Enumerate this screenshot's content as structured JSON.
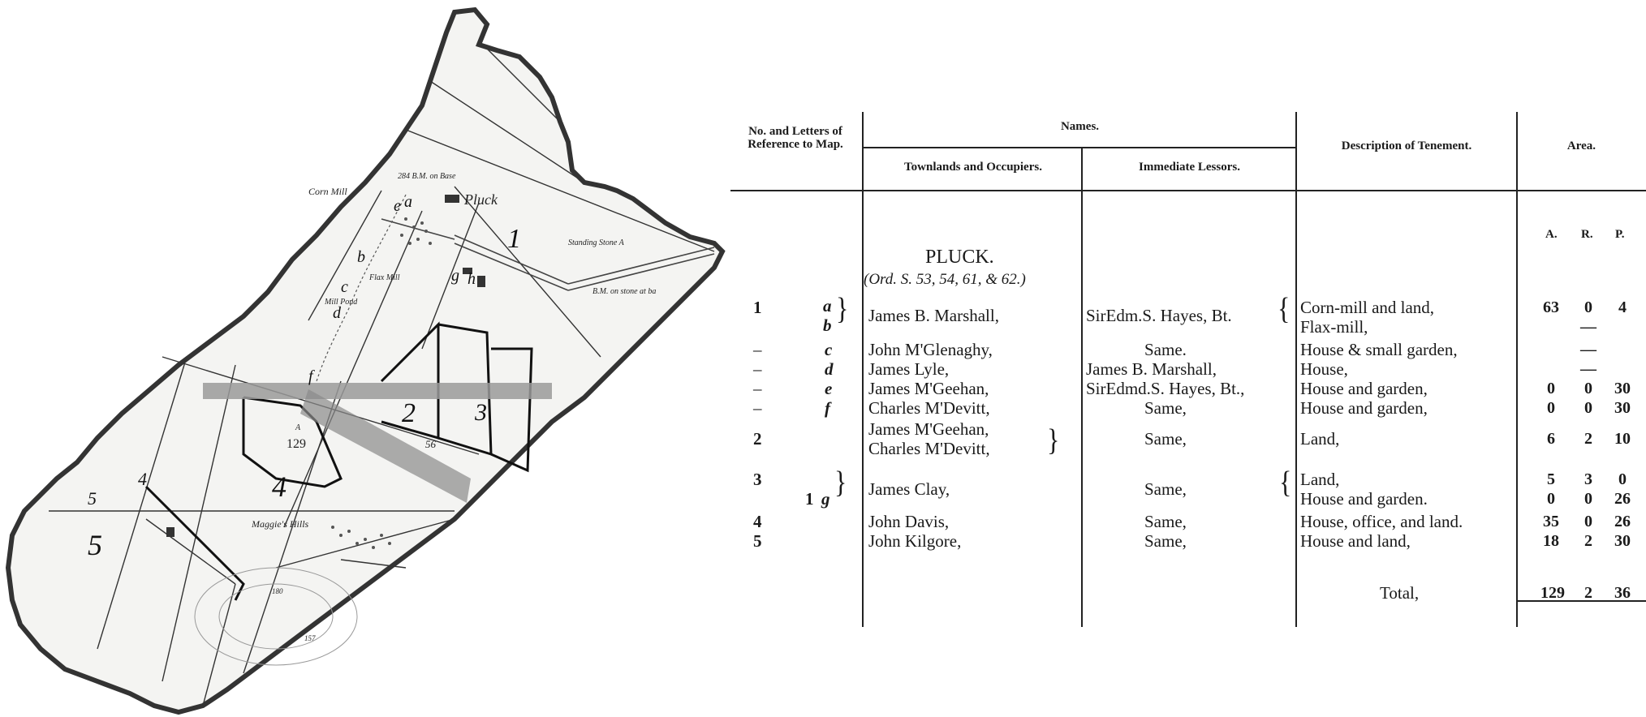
{
  "map": {
    "labels": {
      "corn_mill": "Corn Mill",
      "benchmark": "284 B.M. on Base",
      "pluck": "Pluck",
      "standing_stone": "Standing Stone A",
      "benchmark_east": "B.M. on stone at ba",
      "flax_mill": "Flax Mill",
      "mill_pond": "Mill Pond",
      "maggies_hill": "Maggie's Hills",
      "acreage": "129",
      "acres_label": "A",
      "field_56": "56",
      "spot_180": "180",
      "spot_157": "157"
    },
    "numbers": [
      "1",
      "2",
      "3",
      "4",
      "5",
      "4",
      "5"
    ],
    "letters": [
      "a",
      "b",
      "c",
      "d",
      "e",
      "f",
      "g",
      "h"
    ]
  },
  "table": {
    "headers": {
      "ref": "No. and Letters of Reference to Map.",
      "names": "Names.",
      "townlands": "Townlands and Occupiers.",
      "lessors": "Immediate Lessors.",
      "description": "Description of Tenement.",
      "area": "Area.",
      "a": "A.",
      "r": "R.",
      "p": "P."
    },
    "townland": "PLUCK.",
    "ordnance": "(Ord. S. 53, 54, 61, & 62.)",
    "rows": [
      {
        "no": "1",
        "letter": "a",
        "occupier": "James B. Marshall,",
        "lessor": "SirEdm.S. Hayes, Bt.",
        "desc": "Corn-mill and land,",
        "a": "63",
        "r": "0",
        "p": "4"
      },
      {
        "no": "",
        "letter": "b",
        "occupier": "",
        "lessor": "",
        "desc": "Flax-mill,",
        "a": "",
        "r": "—",
        "p": ""
      },
      {
        "no": "–",
        "letter": "c",
        "occupier": "John M'Glenaghy,",
        "lessor": "Same.",
        "desc": "House & small garden,",
        "a": "",
        "r": "—",
        "p": ""
      },
      {
        "no": "–",
        "letter": "d",
        "occupier": "James Lyle,",
        "lessor": "James B. Marshall,",
        "desc": "House,",
        "a": "",
        "r": "—",
        "p": ""
      },
      {
        "no": "–",
        "letter": "e",
        "occupier": "James M'Geehan,",
        "lessor": "SirEdmd.S. Hayes, Bt.,",
        "desc": "House and garden,",
        "a": "0",
        "r": "0",
        "p": "30"
      },
      {
        "no": "–",
        "letter": "f",
        "occupier": "Charles M'Devitt,",
        "lessor": "Same,",
        "desc": "House and garden,",
        "a": "0",
        "r": "0",
        "p": "30"
      },
      {
        "no": "2",
        "letter": "",
        "occupier": "James M'Geehan,",
        "lessor": "Same,",
        "desc": "Land,",
        "a": "6",
        "r": "2",
        "p": "10"
      },
      {
        "no": "",
        "letter": "",
        "occupier": "Charles M'Devitt,",
        "lessor": "",
        "desc": "",
        "a": "",
        "r": "",
        "p": ""
      },
      {
        "no": "3",
        "letter": "",
        "occupier": "James Clay,",
        "lessor": "Same,",
        "desc": "Land,",
        "a": "5",
        "r": "3",
        "p": "0"
      },
      {
        "no": "",
        "letter": "g",
        "extra": "1",
        "occupier": "",
        "lessor": "",
        "desc": "House and garden.",
        "a": "0",
        "r": "0",
        "p": "26"
      },
      {
        "no": "4",
        "letter": "",
        "occupier": "John Davis,",
        "lessor": "Same,",
        "desc": "House, office, and land.",
        "a": "35",
        "r": "0",
        "p": "26"
      },
      {
        "no": "5",
        "letter": "",
        "occupier": "John Kilgore,",
        "lessor": "Same,",
        "desc": "House and land,",
        "a": "18",
        "r": "2",
        "p": "30"
      }
    ],
    "total": {
      "label": "Total,",
      "a": "129",
      "r": "2",
      "p": "36"
    }
  }
}
